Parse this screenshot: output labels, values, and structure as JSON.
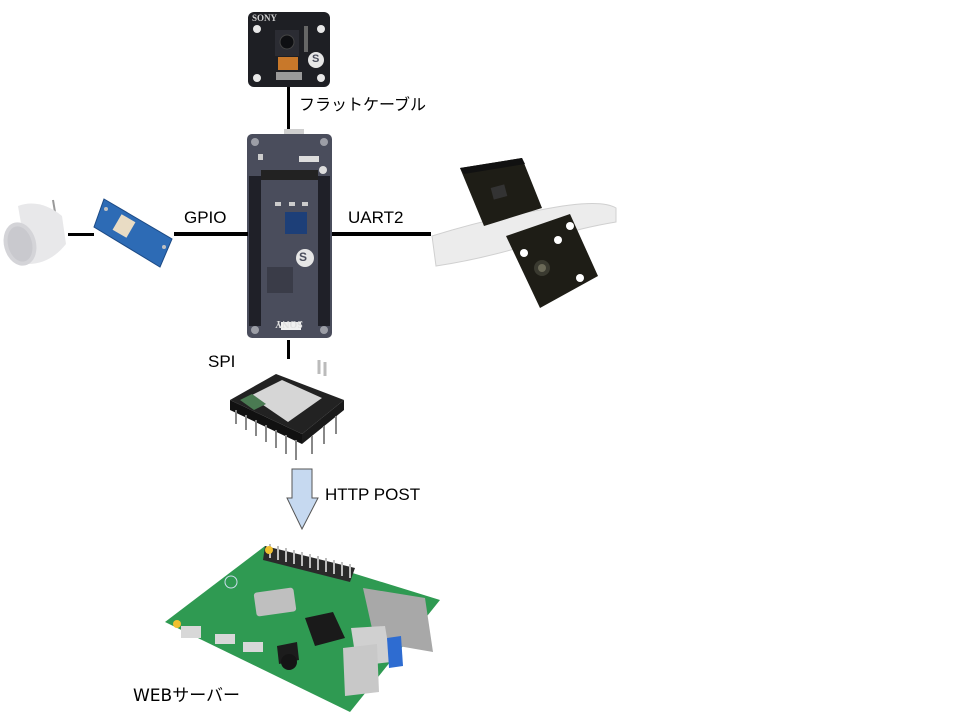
{
  "diagram": {
    "nodes": {
      "camera": {
        "brand": "SONY",
        "logo": "S"
      },
      "main_board": {
        "brand": "SONY",
        "logo": "S"
      },
      "pir_sensor": {},
      "sensor_board": {},
      "uart_module": {},
      "wifi_module": {},
      "web_server": {
        "label": "WEBサーバー"
      }
    },
    "connections": {
      "camera_link": "フラットケーブル",
      "gpio_link": "GPIO",
      "uart_link": "UART2",
      "spi_link": "SPI",
      "http_link": "HTTP POST"
    },
    "colors": {
      "board_gray": "#4a4d5c",
      "camera_black": "#1e1f24",
      "pcb_blue": "#2d6bb5",
      "pcb_green": "#2f9a52",
      "arrow_fill": "#c6d9f0",
      "line": "#000000"
    }
  }
}
